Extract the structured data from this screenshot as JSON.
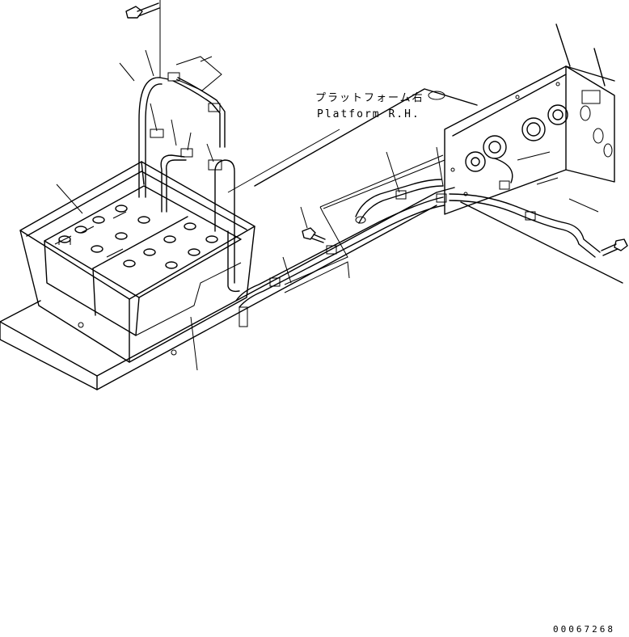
{
  "labels": {
    "platform_jp": "プラットフォーム右",
    "platform_en": "Platform R.H."
  },
  "drawing_number": "00067268"
}
